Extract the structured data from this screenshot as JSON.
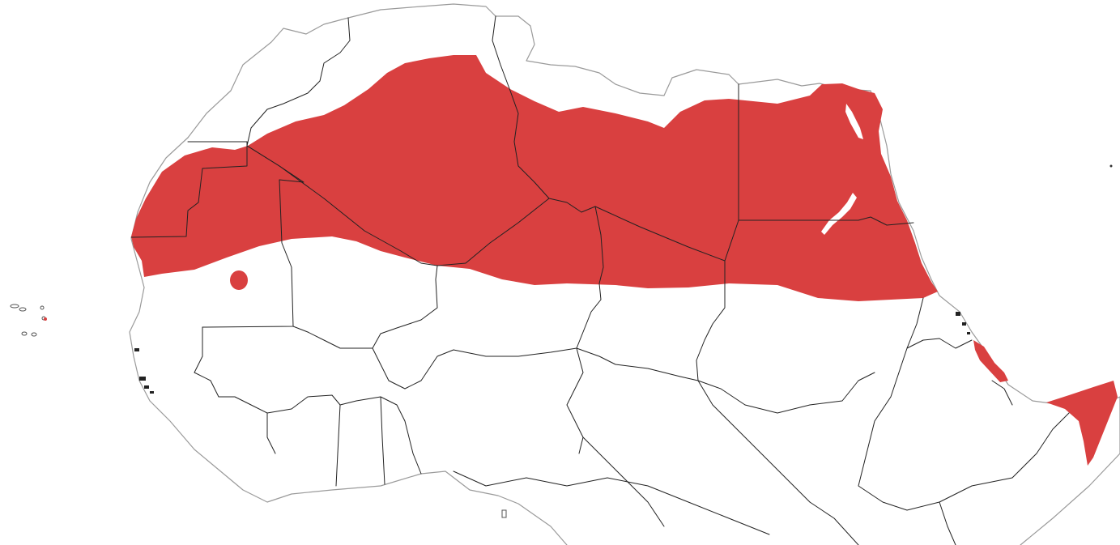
{
  "map": {
    "region": "North Africa",
    "legend": [],
    "colors": {
      "background": "#ffffff",
      "range_fill": "#d94040",
      "country_border": "#222222",
      "coastline": "#9a9a9a"
    },
    "icons": [
      "range-area",
      "country-border",
      "coastline",
      "island"
    ]
  }
}
